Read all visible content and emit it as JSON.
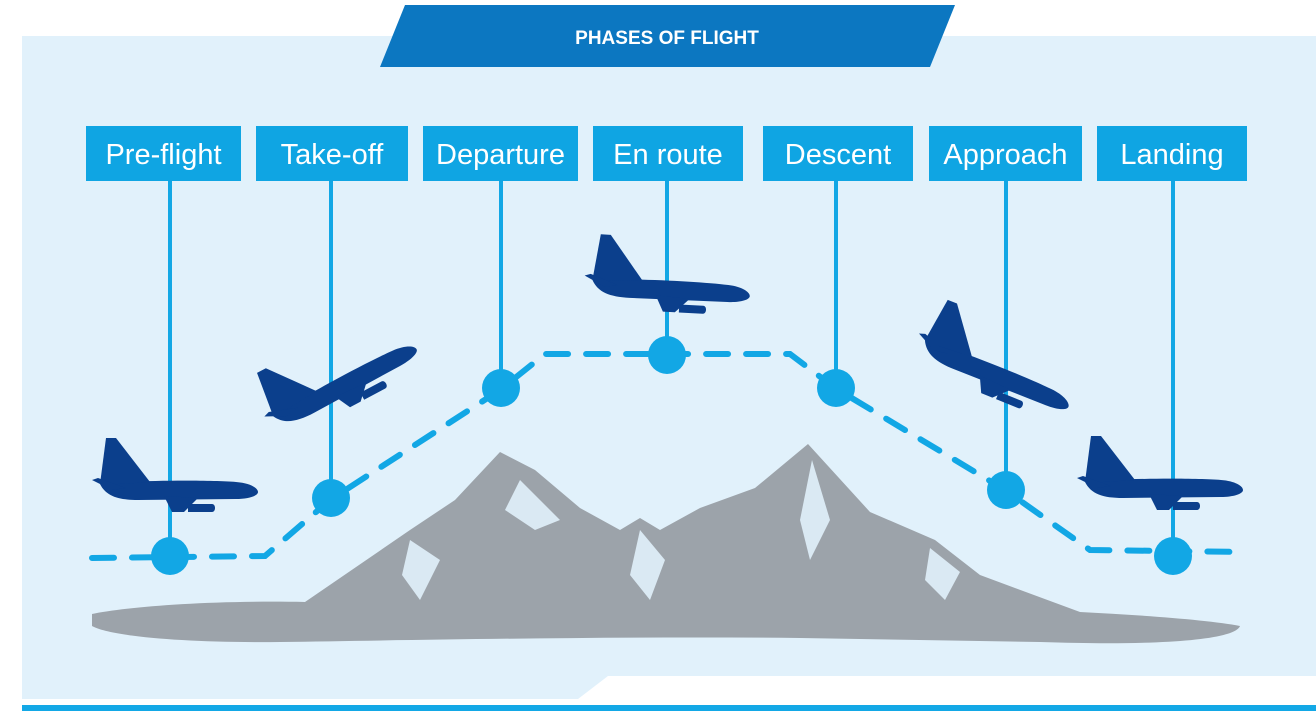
{
  "title": "PHASES OF FLIGHT",
  "phases": [
    {
      "label": "Pre-flight"
    },
    {
      "label": "Take-off"
    },
    {
      "label": "Departure"
    },
    {
      "label": "En route"
    },
    {
      "label": "Descent"
    },
    {
      "label": "Approach"
    },
    {
      "label": "Landing"
    }
  ],
  "colors": {
    "background_panel": "#e1f1fb",
    "title_banner": "#0c77c1",
    "label_box": "#0fa5e3",
    "flight_path": "#12a7e5",
    "aircraft": "#0b3f8c",
    "mountains": "#9ca3aa",
    "bottom_rule": "#13a8e6"
  },
  "icons": {
    "aircraft": "airplane-icon",
    "terrain": "mountain-range"
  }
}
